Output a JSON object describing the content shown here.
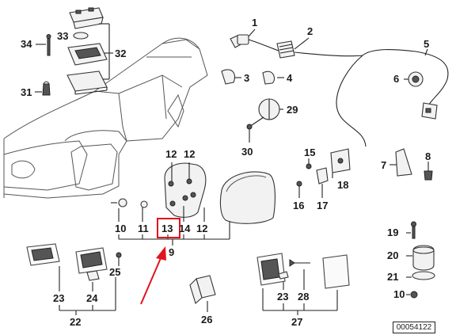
{
  "labels": {
    "l1": "1",
    "l2": "2",
    "l3": "3",
    "l4": "4",
    "l5": "5",
    "l6": "6",
    "l7": "7",
    "l8": "8",
    "l9": "9",
    "l10a": "10",
    "l10b": "10",
    "l11": "11",
    "l12a": "12",
    "l12b": "12",
    "l12c": "12",
    "l13": "13",
    "l14": "14",
    "l15": "15",
    "l16": "16",
    "l17": "17",
    "l18": "18",
    "l19": "19",
    "l20": "20",
    "l21": "21",
    "l22": "22",
    "l23a": "23",
    "l23b": "23",
    "l24": "24",
    "l25": "25",
    "l26": "26",
    "l27": "27",
    "l28": "28",
    "l29": "29",
    "l30": "30",
    "l31": "31",
    "l32": "32",
    "l33": "33",
    "l34": "34"
  },
  "reference_code": "00054122",
  "highlight": {
    "label": "13",
    "color": "#e0141e"
  }
}
